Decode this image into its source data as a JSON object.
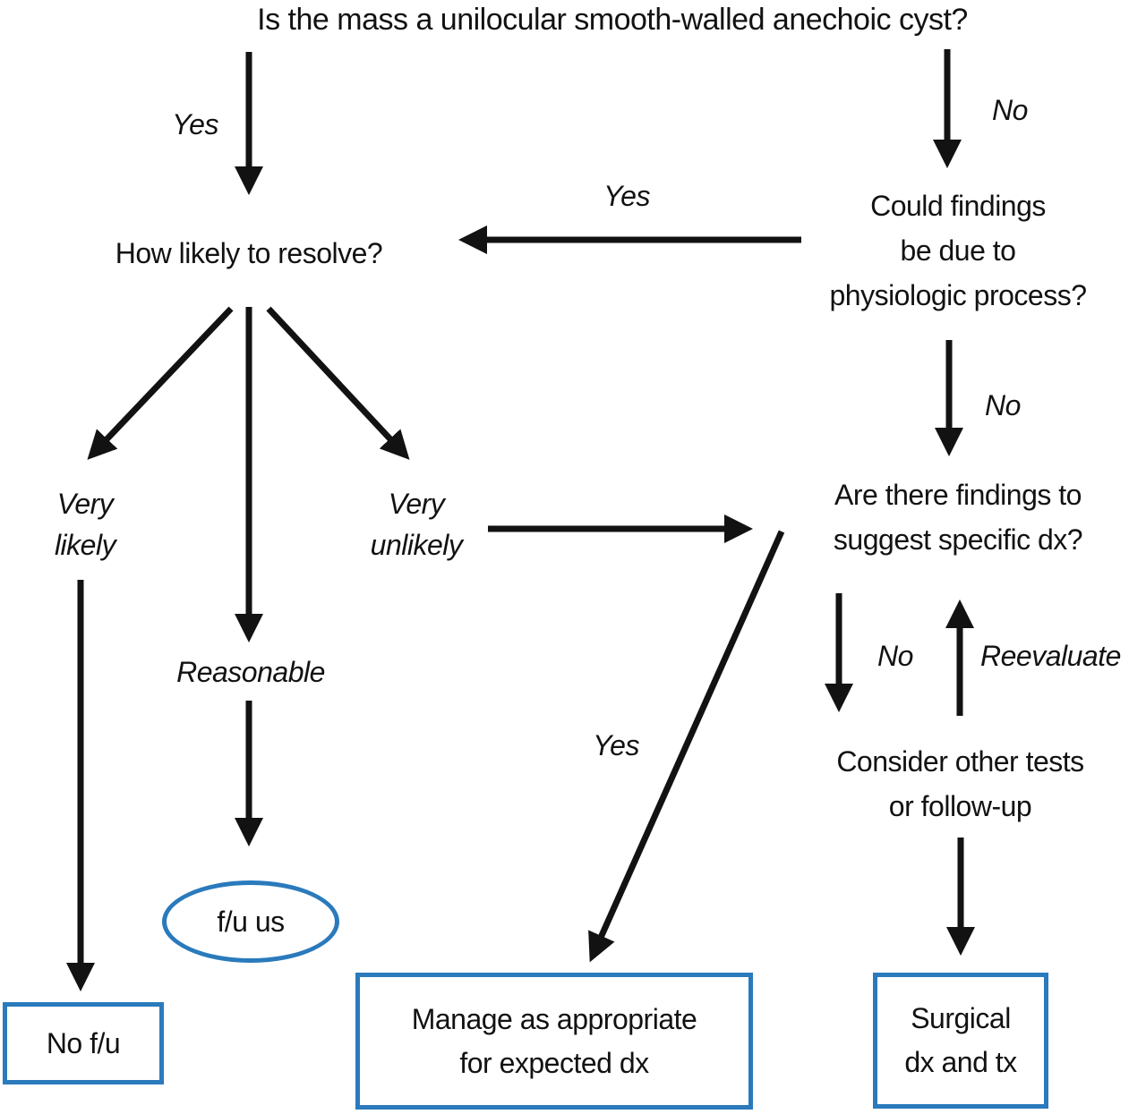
{
  "colors": {
    "accent_blue": "#2a7abc",
    "ink": "#121212"
  },
  "nodes": {
    "q_cyst": "Is the mass a unilocular smooth-walled anechoic cyst?",
    "q_resolve": "How likely to resolve?",
    "q_physiologic": "Could findings\nbe due to\nphysiologic process?",
    "q_findings": "Are there findings to\nsuggest specific dx?",
    "consider": "Consider other tests\nor follow-up",
    "outcome_no_fu": "No f/u",
    "outcome_fu_us": "f/u us",
    "outcome_manage": "Manage as appropriate\nfor expected dx",
    "outcome_surgical": "Surgical\ndx and tx"
  },
  "edge_labels": {
    "yes_cyst": "Yes",
    "no_cyst": "No",
    "yes_physiologic": "Yes",
    "no_physiologic": "No",
    "very_likely": "Very\nlikely",
    "reasonable": "Reasonable",
    "very_unlikely": "Very\nunlikely",
    "yes_findings": "Yes",
    "no_findings": "No",
    "reevaluate": "Reevaluate"
  }
}
